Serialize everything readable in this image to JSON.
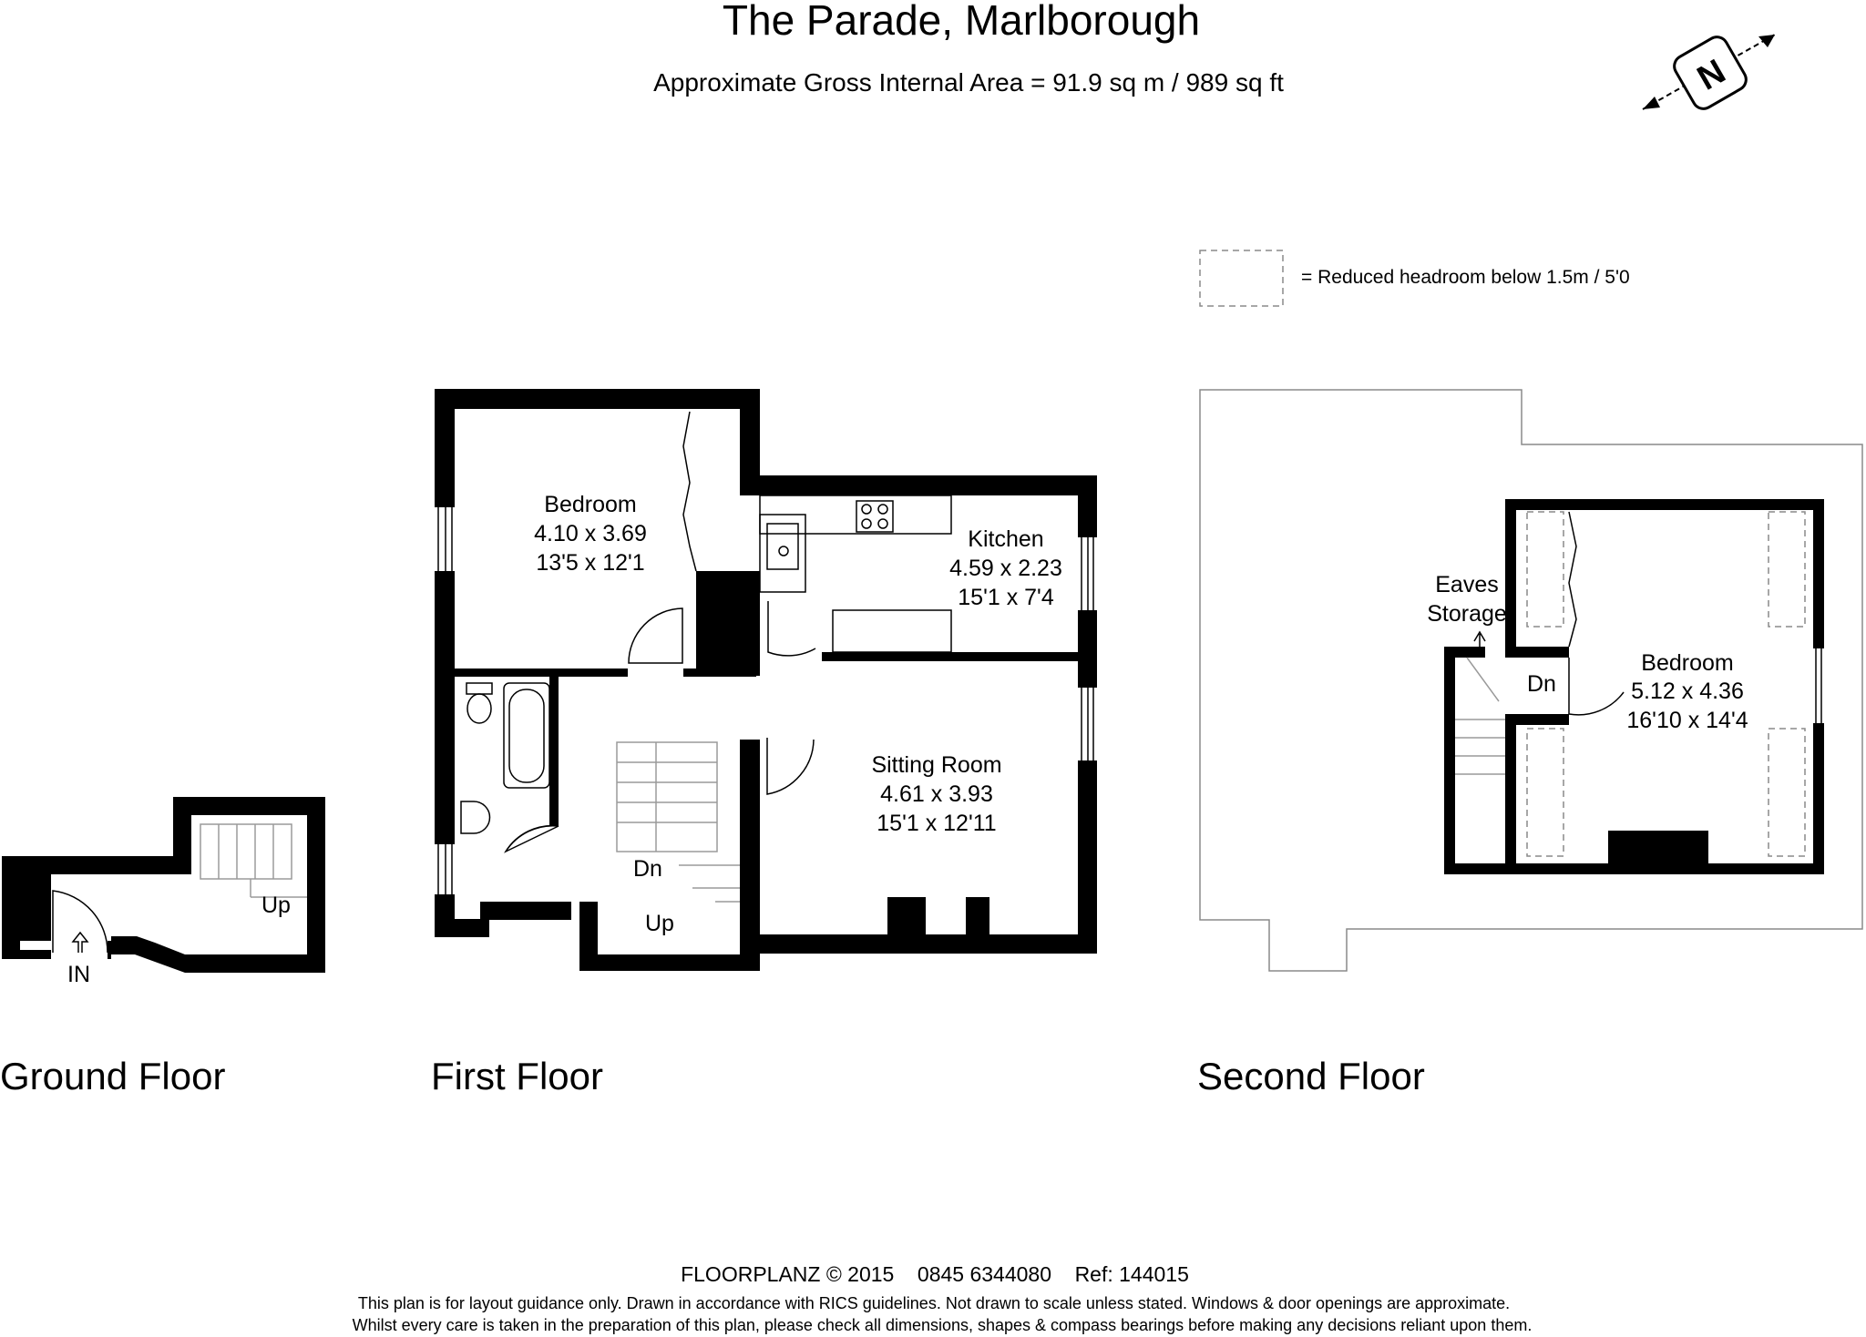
{
  "header": {
    "title": "The Parade, Marlborough",
    "area": "Approximate Gross Internal Area = 91.9 sq m / 989 sq ft"
  },
  "compass": {
    "letter": "N",
    "icon": "north-compass-icon"
  },
  "legend": {
    "text": "= Reduced headroom below 1.5m / 5'0"
  },
  "ground_floor": {
    "name": "Ground Floor",
    "up_label": "Up",
    "entrance_label": "IN"
  },
  "first_floor": {
    "name": "First Floor",
    "bedroom": {
      "name": "Bedroom",
      "metric": "4.10 x 3.69",
      "imperial": "13'5 x 12'1"
    },
    "kitchen": {
      "name": "Kitchen",
      "metric": "4.59 x 2.23",
      "imperial": "15'1 x 7'4"
    },
    "sitting_room": {
      "name": "Sitting Room",
      "metric": "4.61 x 3.93",
      "imperial": "15'1 x 12'11"
    },
    "dn_label": "Dn",
    "up_label": "Up"
  },
  "second_floor": {
    "name": "Second Floor",
    "eaves_line1": "Eaves",
    "eaves_line2": "Storage",
    "dn_label": "Dn",
    "bedroom": {
      "name": "Bedroom",
      "metric": "5.12 x 4.36",
      "imperial": "16'10 x 14'4"
    }
  },
  "footer": {
    "line1": "FLOORPLANZ © 2015    0845 6344080    Ref: 144015",
    "line2": "This plan is for layout guidance only. Drawn in accordance with RICS guidelines. Not drawn to scale unless stated. Windows & door openings are approximate.",
    "line3": "Whilst every care is taken in the preparation of this plan, please check all dimensions, shapes & compass bearings before making any decisions reliant upon them."
  }
}
